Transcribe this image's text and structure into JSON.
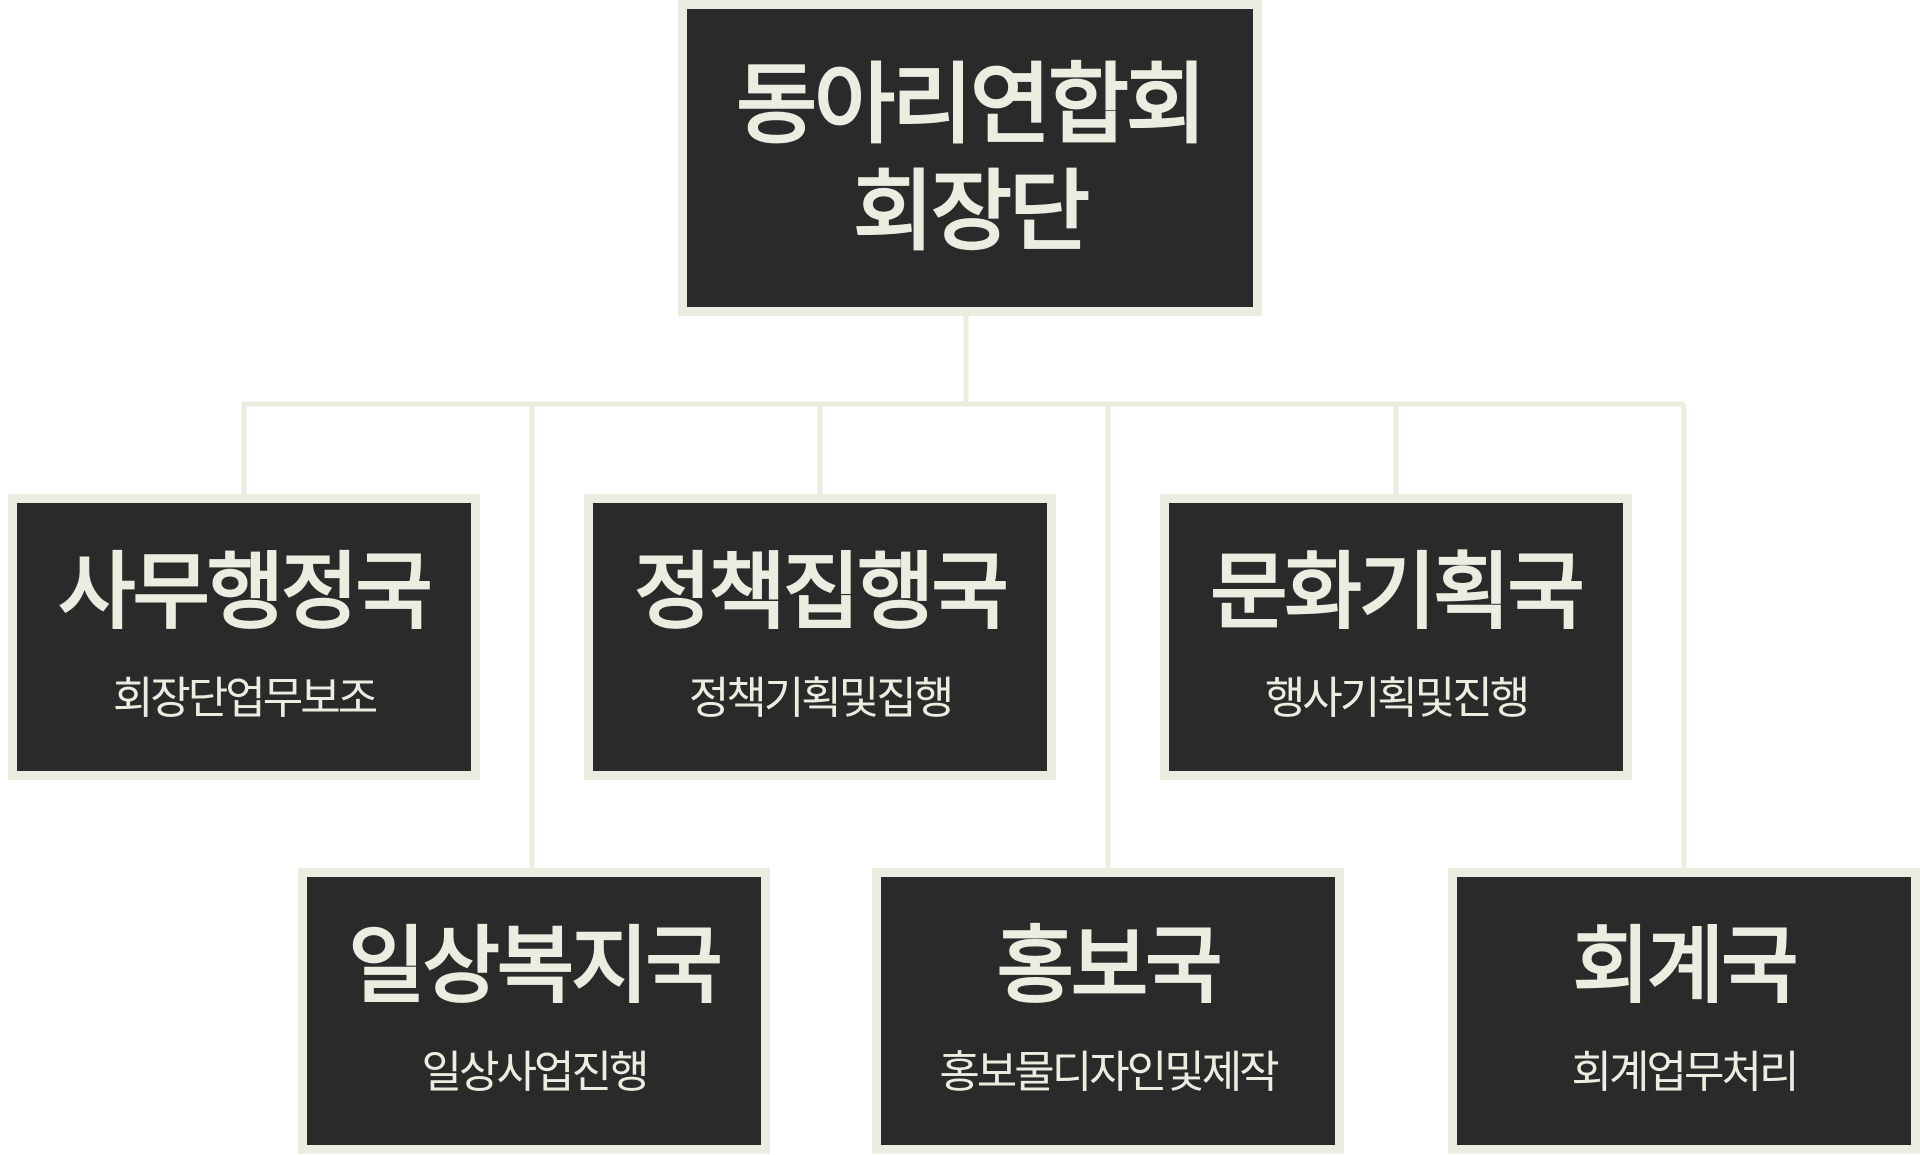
{
  "colors": {
    "box_fill": "#2a2a2a",
    "box_border": "#ecede1",
    "box_text": "#ecede1",
    "connector": "#ecede1",
    "background": "#ffffff"
  },
  "root": {
    "title_line1": "동아리연합회",
    "title_line2": "회장단"
  },
  "departments": [
    {
      "title": "사무행정국",
      "subtitle": "회장단업무보조"
    },
    {
      "title": "일상복지국",
      "subtitle": "일상사업진행"
    },
    {
      "title": "정책집행국",
      "subtitle": "정책기획및집행"
    },
    {
      "title": "홍보국",
      "subtitle": "홍보물디자인및제작"
    },
    {
      "title": "문화기획국",
      "subtitle": "행사기획및진행"
    },
    {
      "title": "회계국",
      "subtitle": "회계업무처리"
    }
  ]
}
